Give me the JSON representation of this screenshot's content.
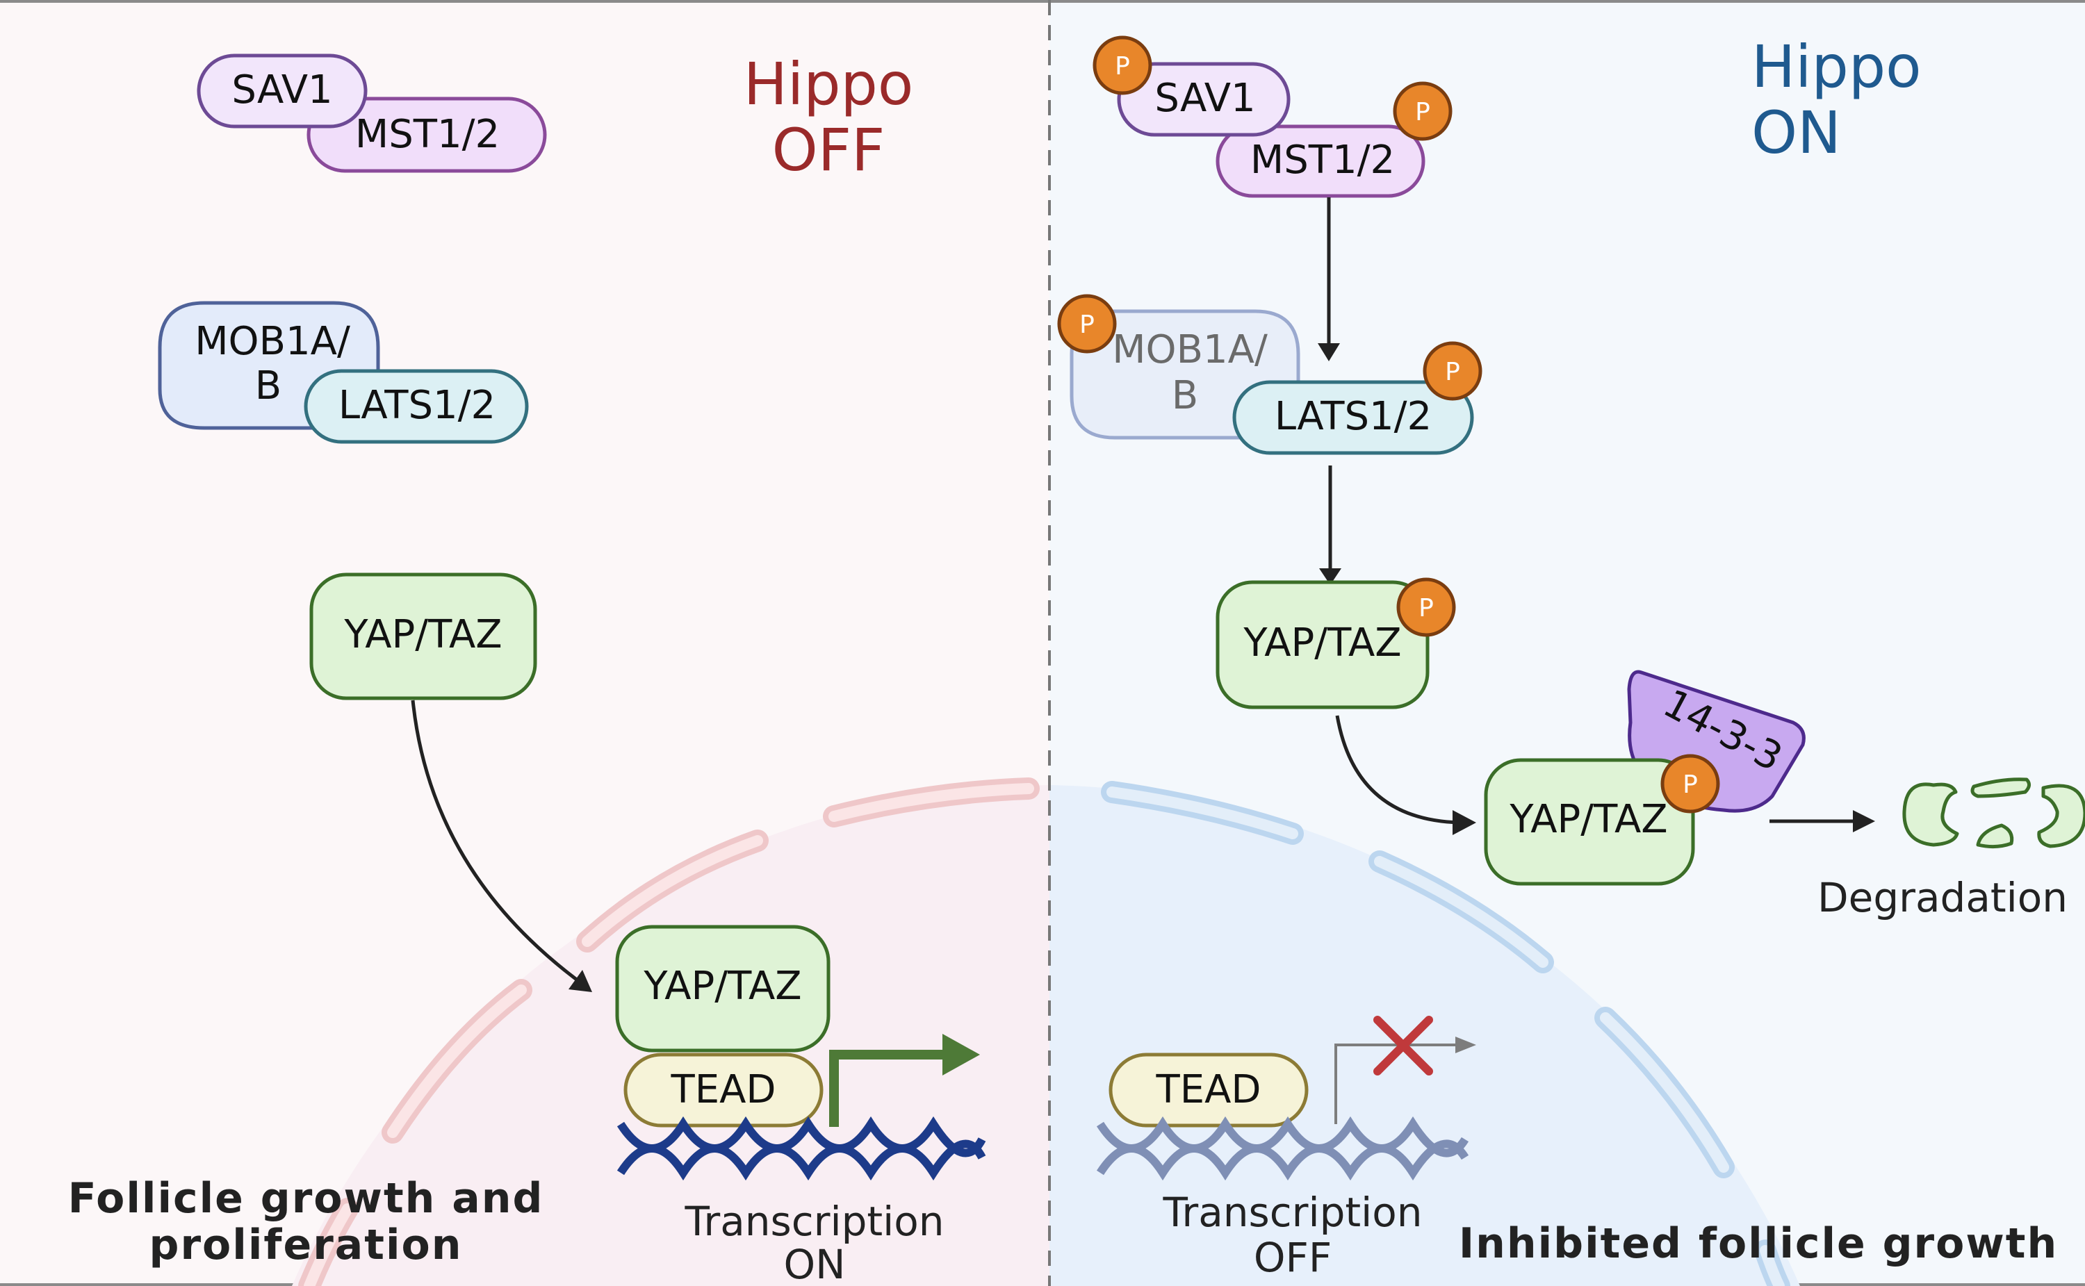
{
  "left": {
    "title_line1": "Hippo",
    "title_line2": "OFF",
    "sav1": "SAV1",
    "mst": "MST1/2",
    "mob_line1": "MOB1A/",
    "mob_line2": "B",
    "lats": "LATS1/2",
    "yaptaz_cyto": "YAP/TAZ",
    "yaptaz_nuc": "YAP/TAZ",
    "tead": "TEAD",
    "transcription_line1": "Transcription",
    "transcription_line2": "ON",
    "outcome_line1": "Follicle growth and",
    "outcome_line2": "proliferation"
  },
  "right": {
    "title_line1": "Hippo",
    "title_line2": "ON",
    "sav1": "SAV1",
    "mst": "MST1/2",
    "mob_line1": "MOB1A/",
    "mob_line2": "B",
    "lats": "LATS1/2",
    "yaptaz_p": "YAP/TAZ",
    "yaptaz_bound": "YAP/TAZ",
    "protein_1433": "14-3-3",
    "degradation": "Degradation",
    "tead": "TEAD",
    "transcription_line1": "Transcription",
    "transcription_line2": "OFF",
    "outcome": "Inhibited follicle growth"
  },
  "phospho_label": "P",
  "colors": {
    "left_bg": "#fcf7f8",
    "right_bg": "#f4f8fc",
    "off_title": "#9a2a2a",
    "on_title": "#1f5a8f",
    "phospho": "#e8862a",
    "yap_fill": "#dff3d6",
    "yap_stroke": "#3b6e28",
    "dna_left": "#1d3b8a",
    "dna_right": "#7f8fb5"
  }
}
